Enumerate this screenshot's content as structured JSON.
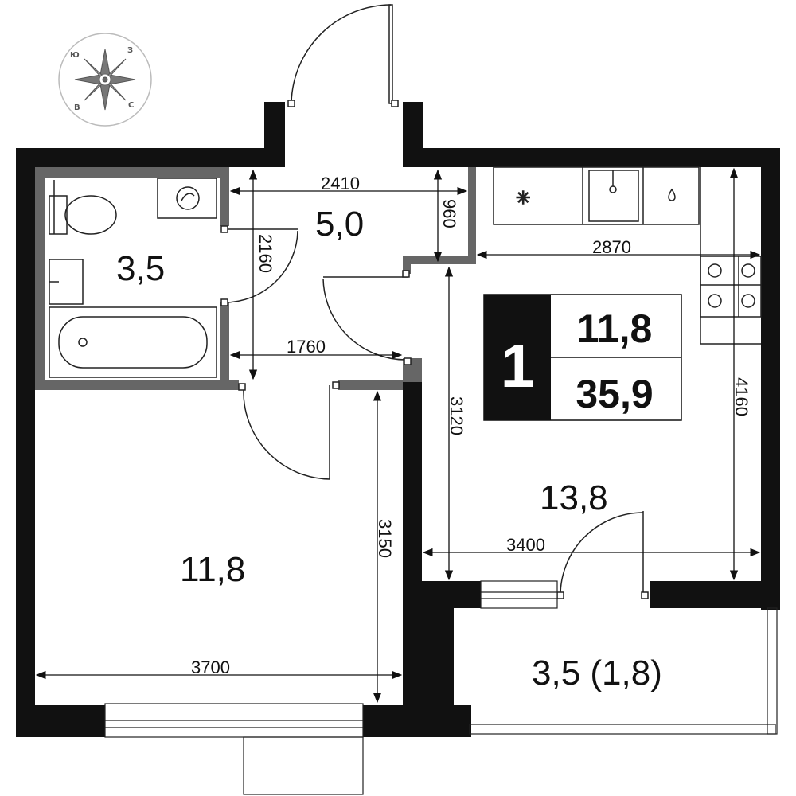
{
  "compass": {
    "letters": {
      "n": "Ю",
      "e": "З",
      "s": "С",
      "w": "В"
    }
  },
  "rooms": {
    "bathroom_area": "3,5",
    "hall_area": "5,0",
    "bedroom_area": "11,8",
    "kitchen_living_area": "13,8",
    "balcony_area": "3,5 (1,8)"
  },
  "dimensions": {
    "hall_width": "2410",
    "hall_depth": "960",
    "bath_height": "2160",
    "corridor_width": "1760",
    "kitchen_width": "2870",
    "living_depth": "3120",
    "right_depth": "4160",
    "living_width": "3400",
    "bedroom_depth": "3150",
    "bedroom_width": "3700"
  },
  "summary_badge": {
    "rooms_count": "1",
    "living_area": "11,8",
    "total_area": "35,9",
    "colors": {
      "dark": "#111111",
      "light": "#ffffff"
    }
  },
  "colors": {
    "wall": "#111111",
    "partition": "#666666",
    "line": "#222222",
    "compass": "#888888"
  }
}
